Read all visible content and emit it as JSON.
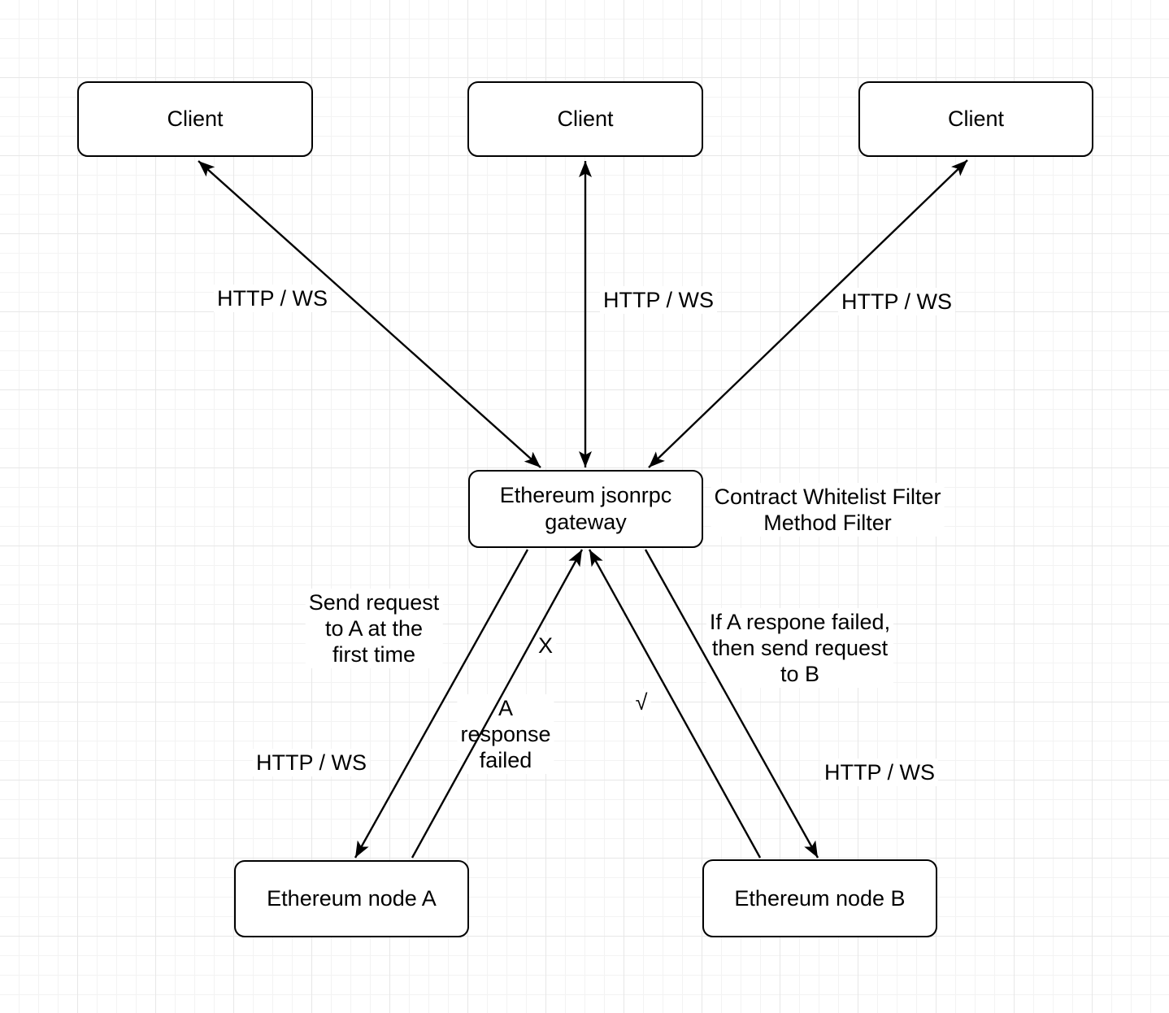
{
  "diagram": {
    "nodes": {
      "client1": {
        "label": "Client"
      },
      "client2": {
        "label": "Client"
      },
      "client3": {
        "label": "Client"
      },
      "gateway": {
        "label": "Ethereum jsonrpc\ngateway"
      },
      "node_a": {
        "label": "Ethereum node A"
      },
      "node_b": {
        "label": "Ethereum node B"
      }
    },
    "notes": {
      "gateway_filters": "Contract Whitelist Filter\nMethod Filter"
    },
    "edges": {
      "client1_gateway": {
        "label": "HTTP / WS",
        "arrows": "both"
      },
      "client2_gateway": {
        "label": "HTTP / WS",
        "arrows": "both"
      },
      "client3_gateway": {
        "label": "HTTP / WS",
        "arrows": "both"
      },
      "gateway_node_a": {
        "label": "Send request\nto A at the\nfirst time",
        "protocol_label": "HTTP / WS",
        "arrows": "to-node-a"
      },
      "node_a_gateway": {
        "status_label": "X",
        "label": "A\nresponse\nfailed",
        "arrows": "to-gateway"
      },
      "node_b_gateway": {
        "status_label": "√",
        "arrows": "to-gateway"
      },
      "gateway_node_b": {
        "label": "If A respone failed,\nthen send request\nto B",
        "protocol_label": "HTTP / WS",
        "arrows": "to-node-b"
      }
    },
    "colors": {
      "stroke": "#000000",
      "node_fill": "#ffffff",
      "grid_minor": "#f3f3f3",
      "grid_major": "#e7e7e7"
    }
  }
}
